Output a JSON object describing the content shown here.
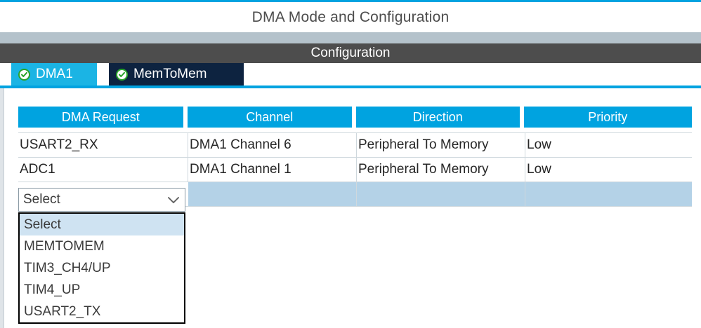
{
  "window": {
    "title": "DMA Mode and Configuration",
    "section_bar": "Configuration",
    "accent_color": "#00a3e0",
    "section_bar_color": "#4d4d4d",
    "strip_color": "#b4c2cb"
  },
  "tabs": [
    {
      "label": "DMA1",
      "icon": "check-circle-icon",
      "state": "active",
      "bg_color": "#1bb4e4"
    },
    {
      "label": "MemToMem",
      "icon": "check-circle-icon",
      "state": "inactive",
      "bg_color": "#0d2340"
    }
  ],
  "table": {
    "headers": [
      "DMA Request",
      "Channel",
      "Direction",
      "Priority"
    ],
    "header_color": "#00a3e0",
    "selected_row_color": "#b4d2e7",
    "rows": [
      {
        "dma_request": "USART2_RX",
        "channel": "DMA1 Channel 6",
        "direction": "Peripheral To Memory",
        "priority": "Low",
        "selected": false
      },
      {
        "dma_request": "ADC1",
        "channel": "DMA1 Channel 1",
        "direction": "Peripheral To Memory",
        "priority": "Low",
        "selected": false
      },
      {
        "dma_request": "",
        "channel": "",
        "direction": "",
        "priority": "",
        "selected": true
      }
    ]
  },
  "combo": {
    "value": "Select",
    "icon": "chevron-down-icon",
    "expanded": true,
    "options": [
      {
        "label": "Select",
        "highlighted": true
      },
      {
        "label": "MEMTOMEM",
        "highlighted": false
      },
      {
        "label": "TIM3_CH4/UP",
        "highlighted": false
      },
      {
        "label": "TIM4_UP",
        "highlighted": false
      },
      {
        "label": "USART2_TX",
        "highlighted": false
      }
    ]
  }
}
